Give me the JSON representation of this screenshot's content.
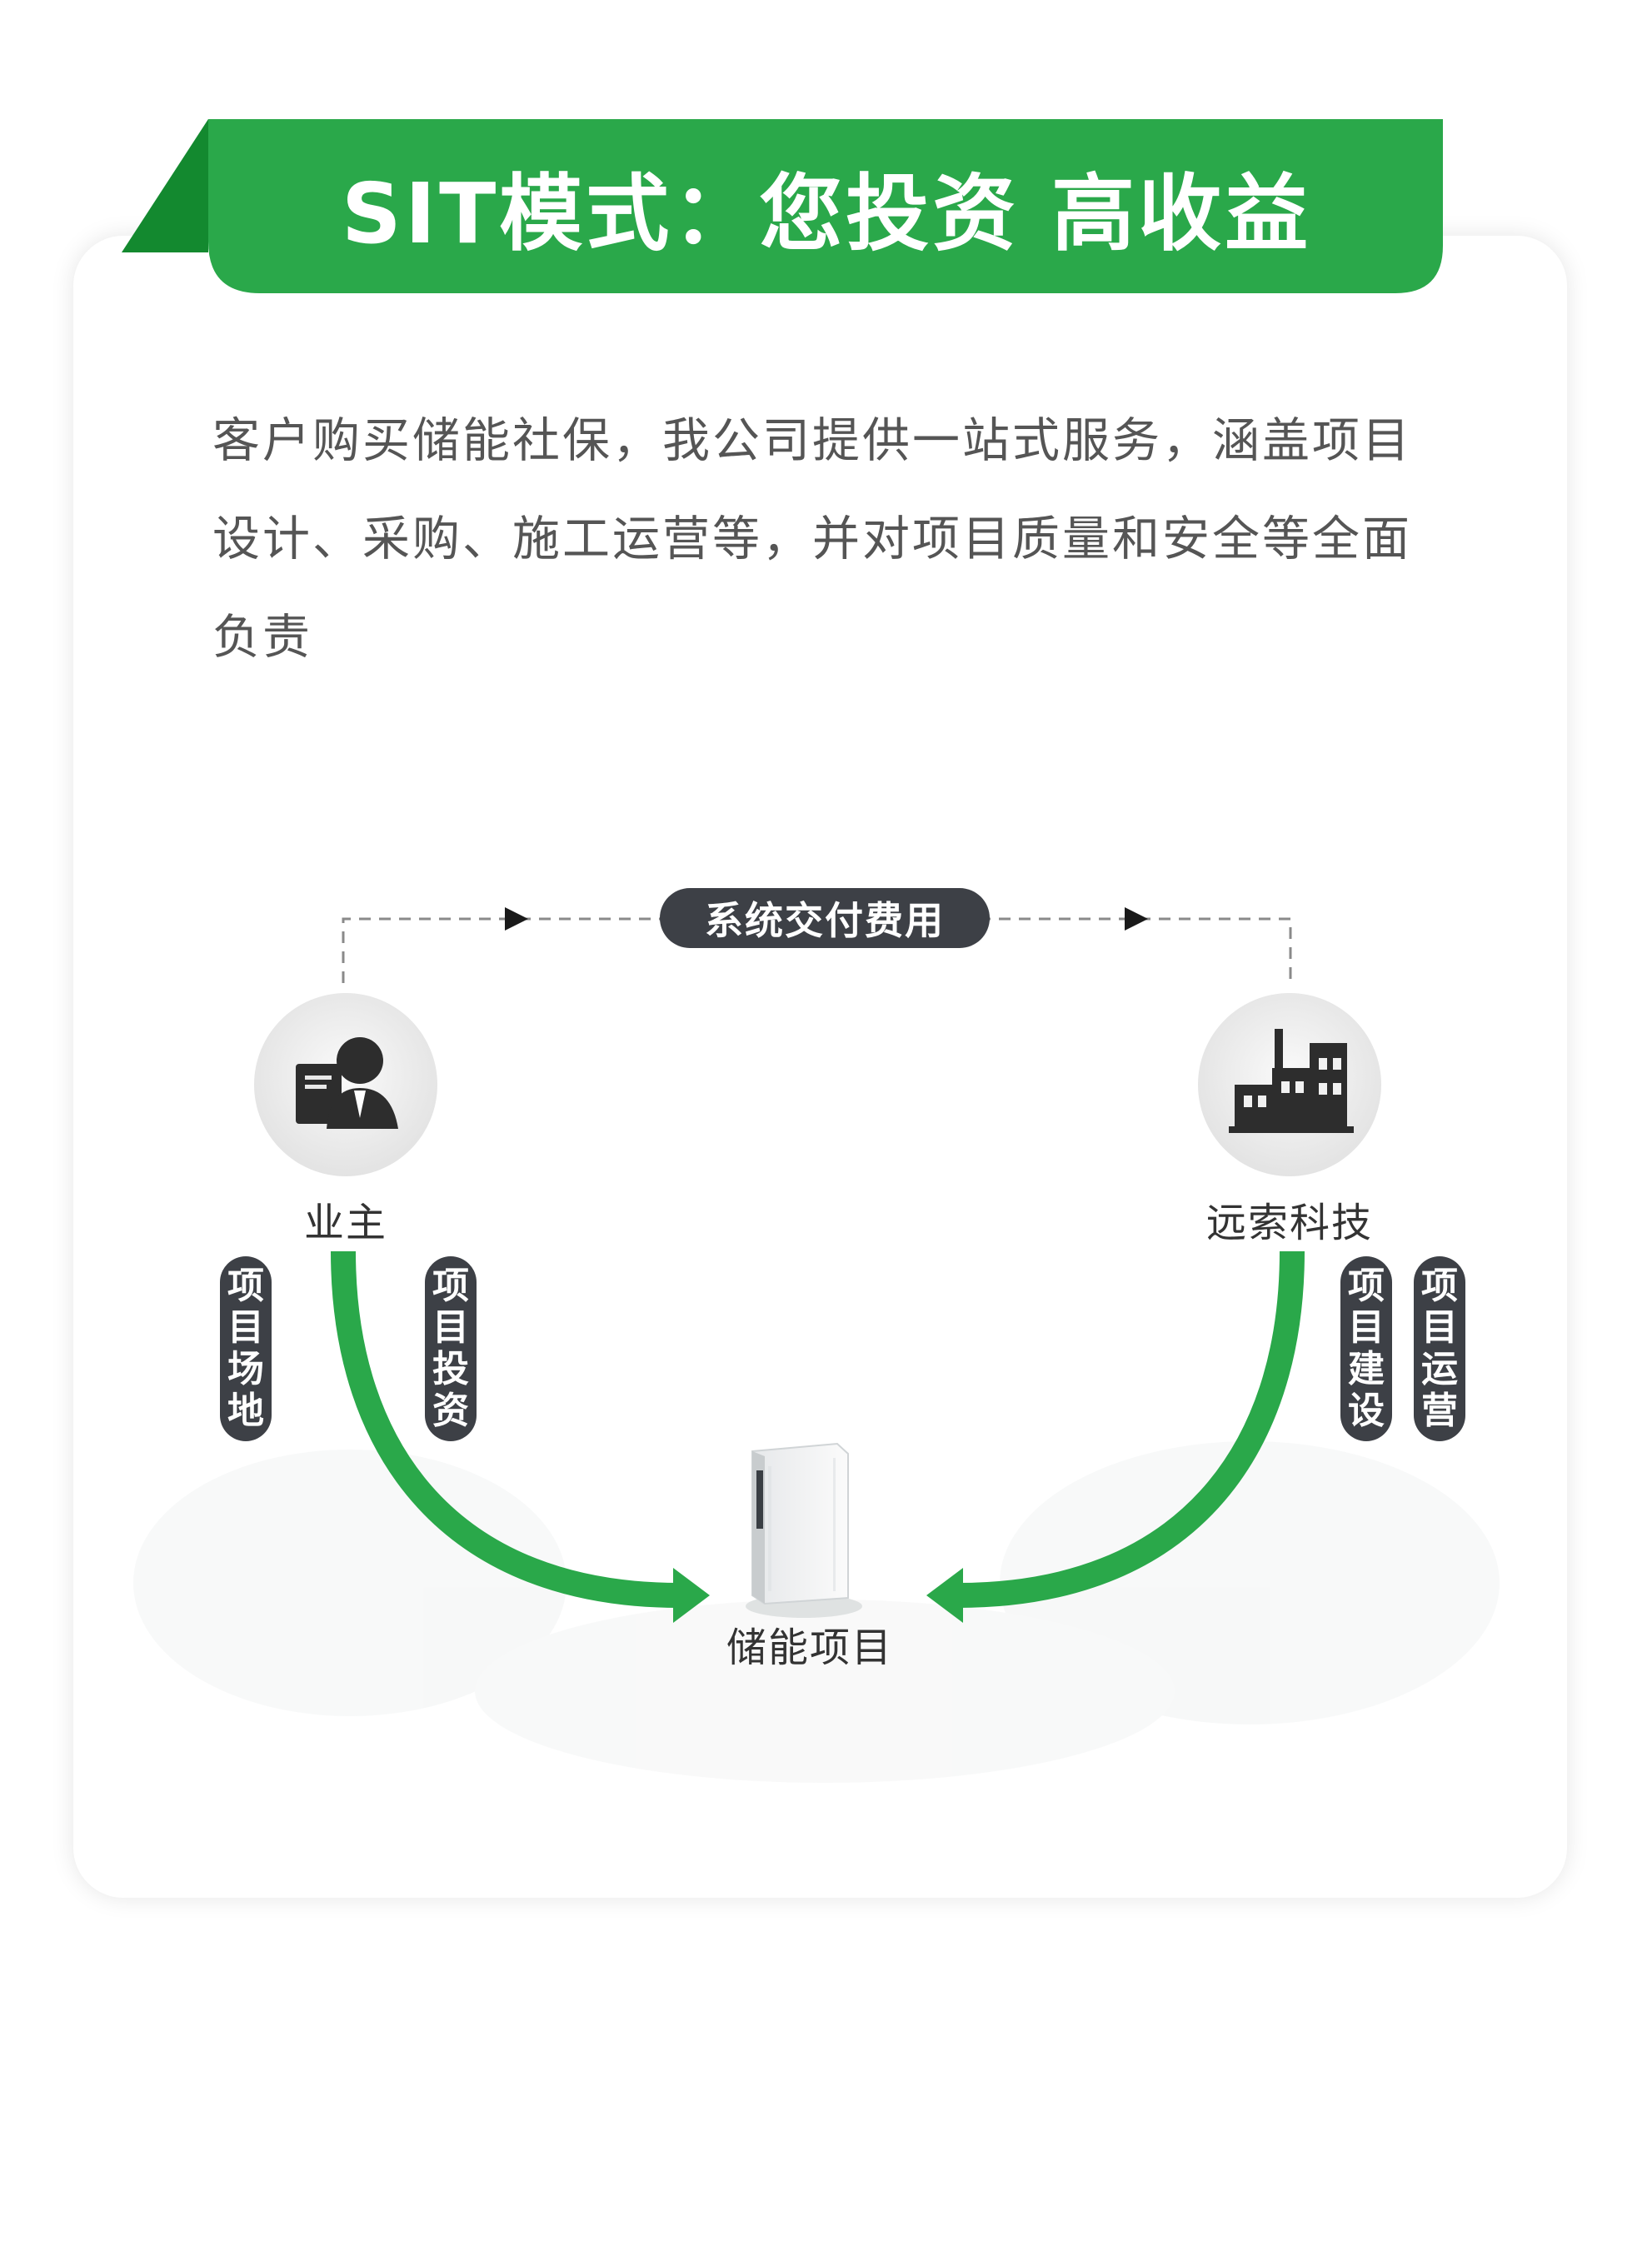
{
  "banner": {
    "title": "SIT模式：您投资 高收益",
    "color": "#2aa84a",
    "dark_color": "#138a2e"
  },
  "description": "客户购买储能社保，我公司提供一站式服务，涵盖项目设计、采购、施工运营等，并对项目质量和安全等全面负责",
  "diagram": {
    "top_flow_label": "系统交付费用",
    "nodes": {
      "owner": {
        "label": "业主",
        "icon": "businessman-icon"
      },
      "company": {
        "label": "远索科技",
        "icon": "factory-icon"
      },
      "project": {
        "label": "储能项目",
        "icon": "energy-storage-cabinet-icon"
      }
    },
    "owner_contributions": [
      "项目场地",
      "项目投资"
    ],
    "company_contributions": [
      "项目建设",
      "项目运营"
    ],
    "arrow_color": "#2aa84a",
    "pill_color": "#3d4046"
  }
}
